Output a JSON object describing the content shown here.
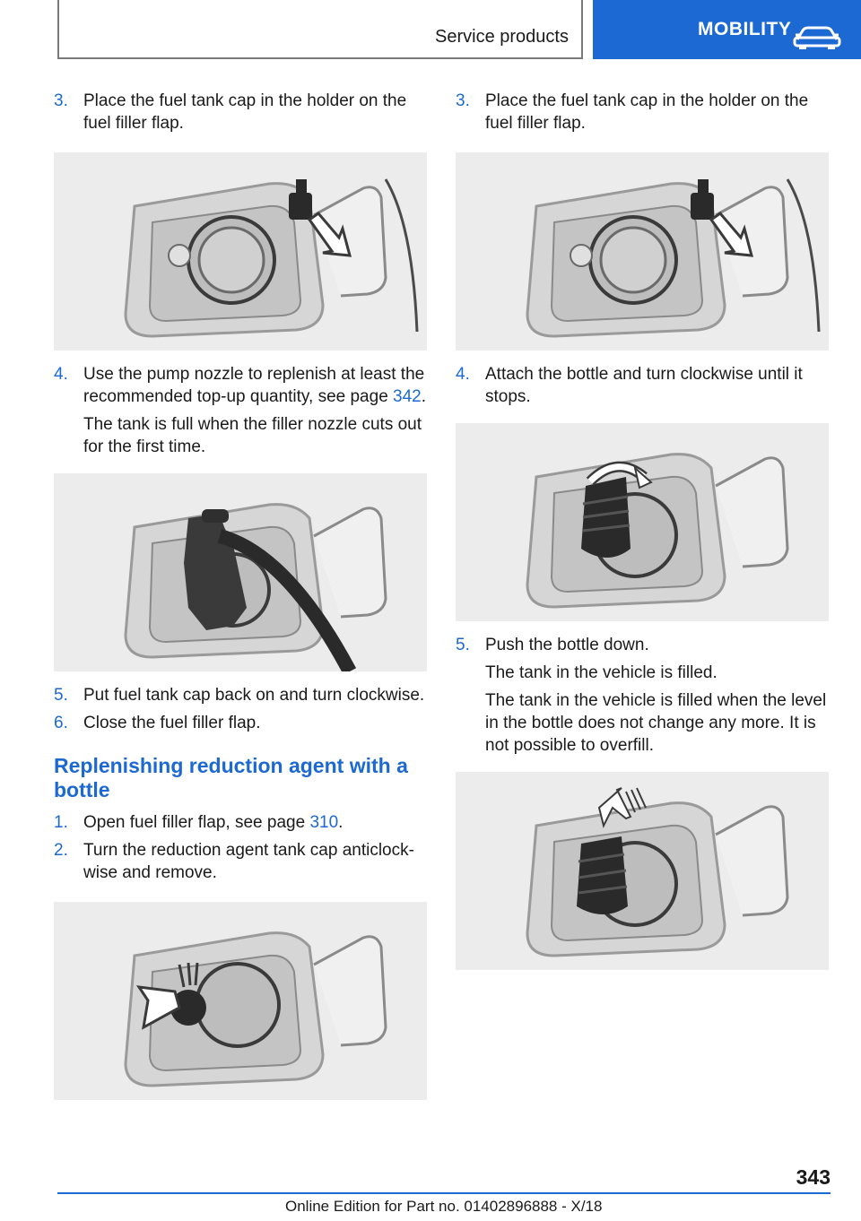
{
  "header": {
    "section": "Service products",
    "chapter": "MOBILITY",
    "chapter_icon": "car-icon",
    "accent_color": "#1c69d4"
  },
  "left": {
    "step3": {
      "num": "3.",
      "text": "Place the fuel tank cap in the holder on the fuel filler flap."
    },
    "step4": {
      "num": "4.",
      "text": "Use the pump nozzle to replenish at least the recommended top-up quantity, see page",
      "page": "342",
      "text_end": ".",
      "note": "The tank is full when the filler nozzle cuts out for the first time."
    },
    "step5": {
      "num": "5.",
      "text": "Put fuel tank cap back on and turn clockwise."
    },
    "step6": {
      "num": "6.",
      "text": "Close the fuel filler flap."
    },
    "heading": "Replenishing reduction agent with a bottle",
    "b1": {
      "num": "1.",
      "text": "Open fuel filler flap, see page",
      "page": "310",
      "text_end": "."
    },
    "b2": {
      "num": "2.",
      "text": "Turn the reduction agent tank cap anticlock‐wise and remove."
    }
  },
  "right": {
    "step3": {
      "num": "3.",
      "text": "Place the fuel tank cap in the holder on the fuel filler flap."
    },
    "step4": {
      "num": "4.",
      "text": "Attach the bottle and turn clockwise until it stops."
    },
    "step5": {
      "num": "5.",
      "text": "Push the bottle down.",
      "note1": "The tank in the vehicle is filled.",
      "note2": "The tank in the vehicle is filled when the level in the bottle does not change any more. It is not possible to overfill."
    }
  },
  "footer": {
    "page_number": "343",
    "edition": "Online Edition for Part no. 01402896888 - X/18"
  }
}
